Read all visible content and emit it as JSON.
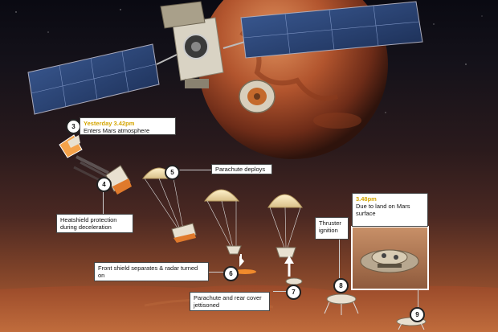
{
  "steps": {
    "s3": {
      "num": "3",
      "time": "Yesterday 3.42pm",
      "text": "Enters Mars atmosphere"
    },
    "s4": {
      "num": "4",
      "text": "Heatshield protection during deceleration"
    },
    "s5": {
      "num": "5",
      "text": "Parachute deploys"
    },
    "s6": {
      "num": "6",
      "text": "Front shield separates & radar turned on"
    },
    "s7": {
      "num": "7",
      "text": "Parachute and rear cover jettisoned"
    },
    "s8": {
      "num": "8",
      "text": "Thruster ignition"
    },
    "s9": {
      "num": "9",
      "time": "3.48pm",
      "text": "Due to land on Mars surface"
    }
  },
  "colors": {
    "highlight": "#d4a500",
    "label_bg": "#ffffff",
    "mars": "#b2552e",
    "solar_panel": "#26406e"
  }
}
